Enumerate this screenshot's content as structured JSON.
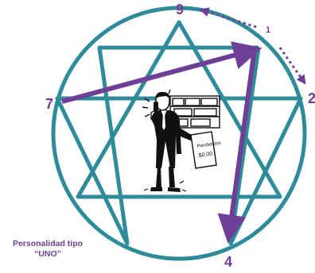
{
  "colors": {
    "figure": "#2e8b9a",
    "arrow": "#6f3f98",
    "text": "#6f3f98",
    "ink": "#111111"
  },
  "points": {
    "nine": "9",
    "one": "1",
    "two": "2",
    "four": "4",
    "seven": "7"
  },
  "caption": {
    "line1": "Personalidad tipo",
    "line2": "“UNO”"
  },
  "illustration": {
    "icon": "businessman-with-phone-and-document-icon",
    "sign_line1": "Pendientes",
    "sign_line2": "$0.00"
  }
}
